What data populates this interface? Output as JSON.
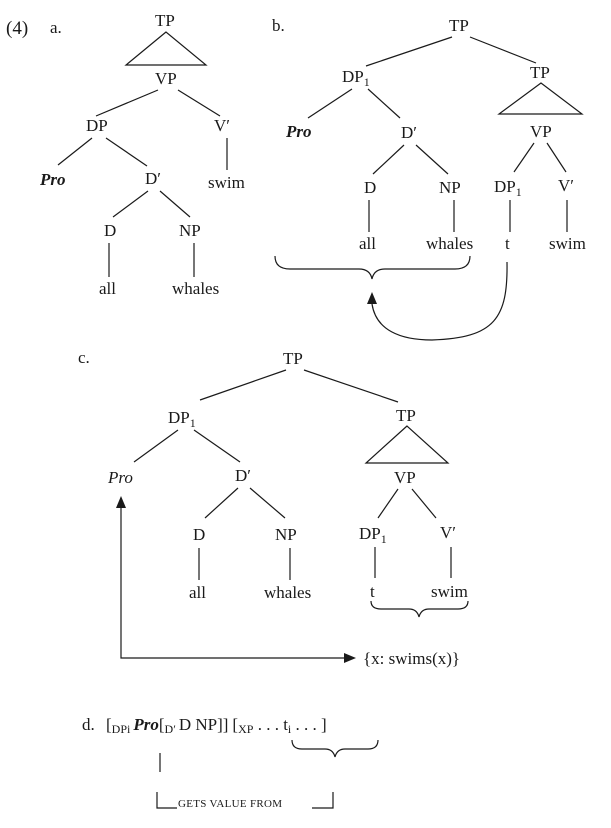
{
  "example_number": "(4)",
  "labels": {
    "a": "a.",
    "b": "b.",
    "c": "c.",
    "d": "d."
  },
  "categories": {
    "TP": "TP",
    "VP": "VP",
    "DP": "DP",
    "D": "D",
    "NP": "NP",
    "Dbar": "D′",
    "Vbar": "V′",
    "subscript1": "1"
  },
  "words": {
    "pro": "Pro",
    "all": "all",
    "whales": "whales",
    "swim": "swim",
    "t": "t"
  },
  "set_expr": "{x: swims(x)}",
  "d_line": {
    "open1": "[",
    "dpi": "DPi",
    "pro": "Pro",
    "open2": "[",
    "dbar_sub": "D′",
    "rest": "D   NP]]",
    "open3": "[",
    "xp": "XP",
    "dots1": " . . . t",
    "i": "i",
    "dots2": " . . . ]"
  },
  "gets_value_from": "GETS VALUE FROM"
}
